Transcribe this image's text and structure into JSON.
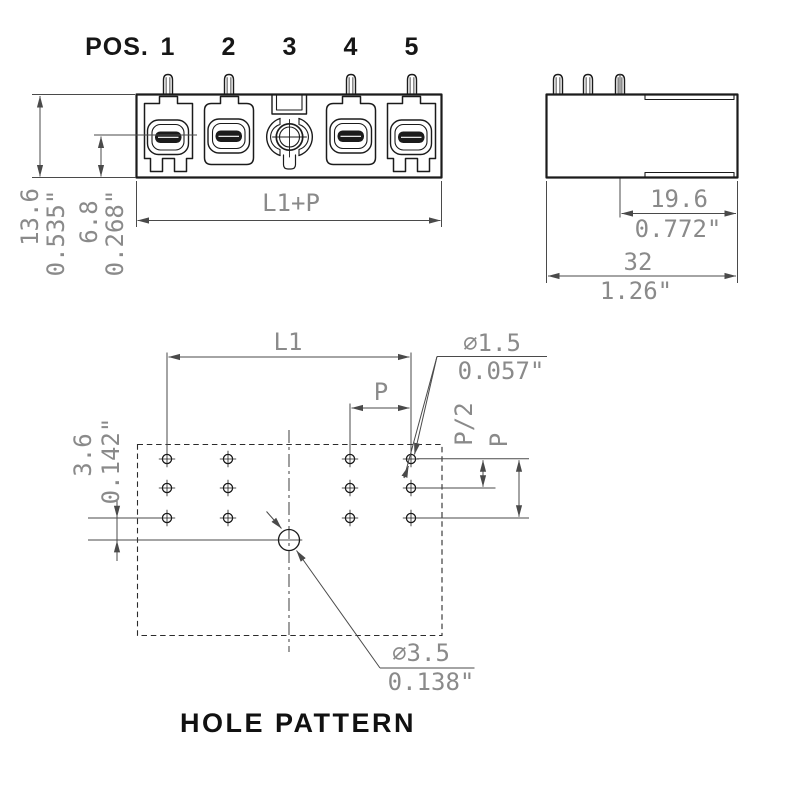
{
  "front_view": {
    "pos_label": "POS.",
    "positions": [
      "1",
      "2",
      "3",
      "4",
      "5"
    ],
    "height_mm": "13.6",
    "height_in": "0.535\"",
    "mid_mm": "6.8",
    "mid_in": "0.268\"",
    "width_label": "L1+P"
  },
  "side_view": {
    "depth_mm": "19.6",
    "depth_in": "0.772\"",
    "width_mm": "32",
    "width_in": "1.26\""
  },
  "hole_pattern": {
    "length_label": "L1",
    "pitch_label": "P",
    "half_pitch_label": "P/2",
    "row_pitch_label": "P",
    "offset_mm": "3.6",
    "offset_in": "0.142\"",
    "small_hole_mm": "⌀1.5",
    "small_hole_in": "0.057\"",
    "large_hole_mm": "⌀3.5",
    "large_hole_in": "0.138\"",
    "caption": "HOLE PATTERN"
  }
}
